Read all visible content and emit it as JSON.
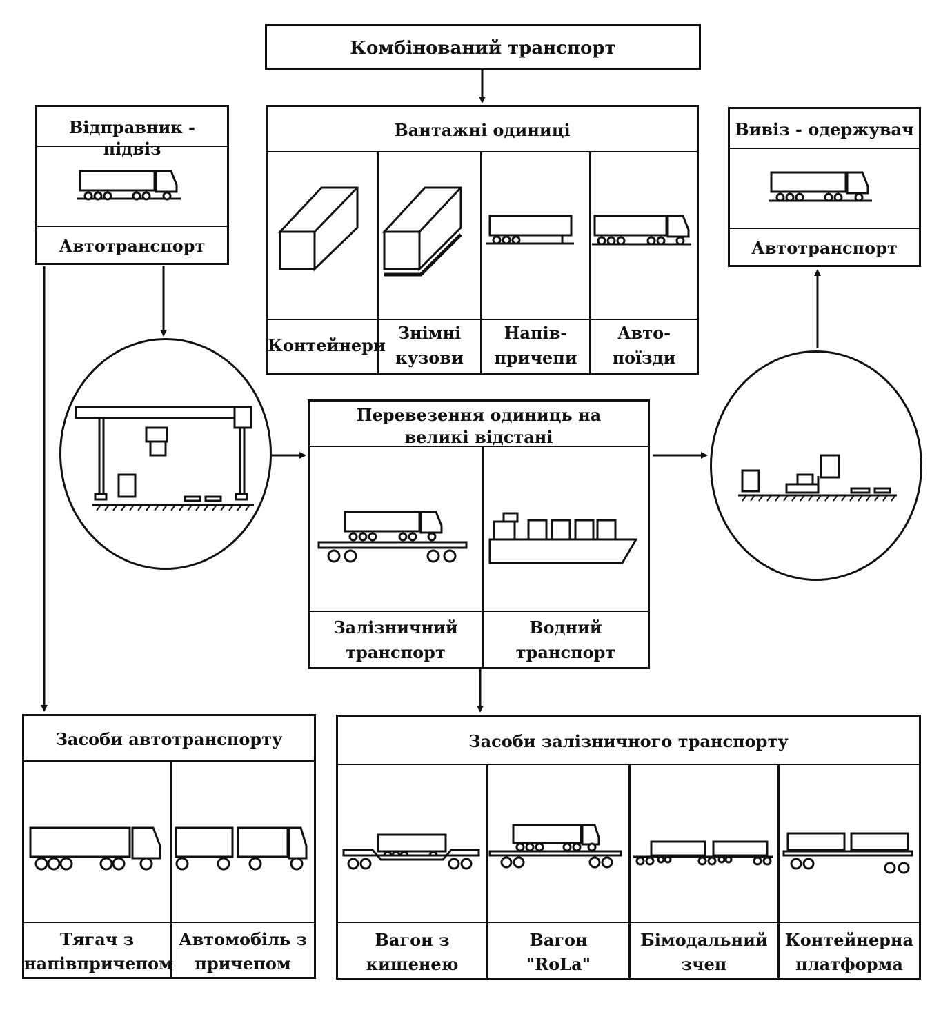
{
  "top": {
    "title": "Комбінований транспорт"
  },
  "sender": {
    "title": "Відправник - підвіз",
    "label": "Автотранспорт"
  },
  "receiver": {
    "title": "Вивіз - одержувач",
    "label": "Автотранспорт"
  },
  "cargo": {
    "title": "Вантажні одиниці",
    "items": [
      {
        "label_1": "Контейнери",
        "label_2": ""
      },
      {
        "label_1": "Знімні",
        "label_2": "кузови"
      },
      {
        "label_1": "Напів-",
        "label_2": "причепи"
      },
      {
        "label_1": "Авто-",
        "label_2": "поїзди"
      }
    ]
  },
  "longhaul": {
    "title_1": "Перевезення одиниць на",
    "title_2": "великі відстані",
    "items": [
      {
        "label_1": "Залізничний",
        "label_2": "транспорт"
      },
      {
        "label_1": "Водний",
        "label_2": "транспорт"
      }
    ]
  },
  "road": {
    "title": "Засоби автотранспорту",
    "items": [
      {
        "label_1": "Тягач з",
        "label_2": "напівпричепом"
      },
      {
        "label_1": "Автомобіль з",
        "label_2": "причепом"
      }
    ]
  },
  "rail": {
    "title": "Засоби залізничного транспорту",
    "items": [
      {
        "label_1": "Вагон з",
        "label_2": "кишенею"
      },
      {
        "label_1": "Вагон",
        "label_2": "\"RoLa\""
      },
      {
        "label_1": "Бімодальний",
        "label_2": "зчеп"
      },
      {
        "label_1": "Контейнерна",
        "label_2": "платформа"
      }
    ]
  },
  "icons": {
    "sender": "truck-icon",
    "receiver": "truck-icon",
    "terminal_left": "gantry-crane-icon",
    "terminal_right": "forklift-terminal-icon",
    "container": "container-icon",
    "swap_body": "swap-body-icon",
    "semitrailer": "semitrailer-icon",
    "road_train": "road-train-icon",
    "rail_wagon": "rail-wagon-truck-icon",
    "ship": "ship-icon"
  }
}
